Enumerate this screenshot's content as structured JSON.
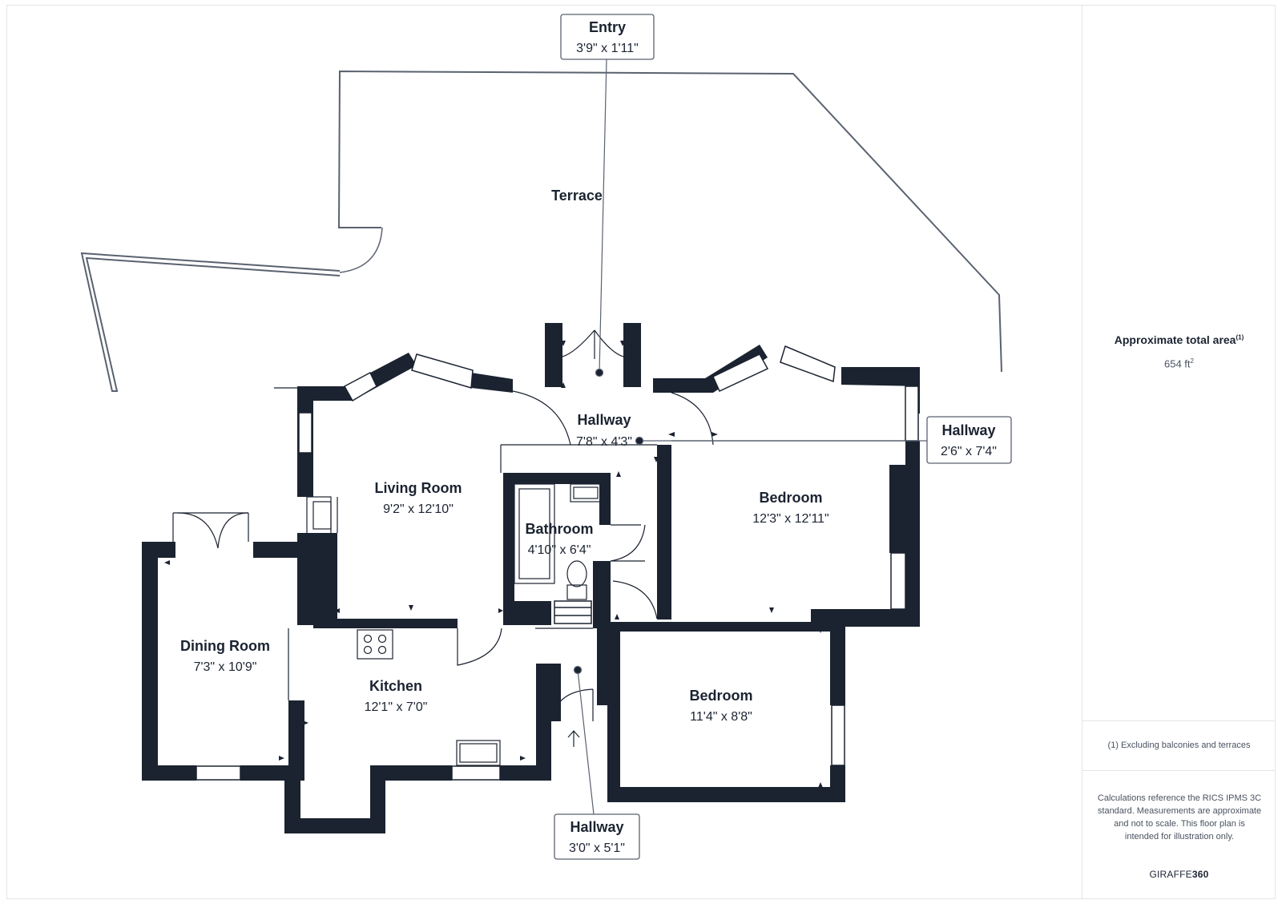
{
  "rooms": {
    "terrace": {
      "name": "Terrace"
    },
    "entry": {
      "name": "Entry",
      "dims": "3'9\" x 1'11\""
    },
    "hallway_main": {
      "name": "Hallway",
      "dims": "7'8\" x 4'3\""
    },
    "hallway_east": {
      "name": "Hallway",
      "dims": "2'6\" x 7'4\""
    },
    "hallway_south": {
      "name": "Hallway",
      "dims": "3'0\" x 5'1\""
    },
    "living_room": {
      "name": "Living Room",
      "dims": "9'2\" x 12'10\""
    },
    "bathroom": {
      "name": "Bathroom",
      "dims": "4'10\" x 6'4\""
    },
    "bedroom_1": {
      "name": "Bedroom",
      "dims": "12'3\" x 12'11\""
    },
    "bedroom_2": {
      "name": "Bedroom",
      "dims": "11'4\" x 8'8\""
    },
    "dining_room": {
      "name": "Dining Room",
      "dims": "7'3\" x 10'9\""
    },
    "kitchen": {
      "name": "Kitchen",
      "dims": "12'1\" x 7'0\""
    }
  },
  "sidebar": {
    "area_label": "Approximate total area",
    "area_note_ref": "(1)",
    "area_value": "654 ft",
    "area_unit_sup": "2",
    "footnote": "(1) Excluding balconies and terraces",
    "disclaimer": "Calculations reference the RICS IPMS 3C standard. Measurements are approximate and not to scale. This floor plan is intended for illustration only.",
    "brand_light": "GIRAFFE",
    "brand_bold": "360"
  },
  "colors": {
    "wall": "#1b2331",
    "line": "#5a6270",
    "background": "#ffffff"
  }
}
